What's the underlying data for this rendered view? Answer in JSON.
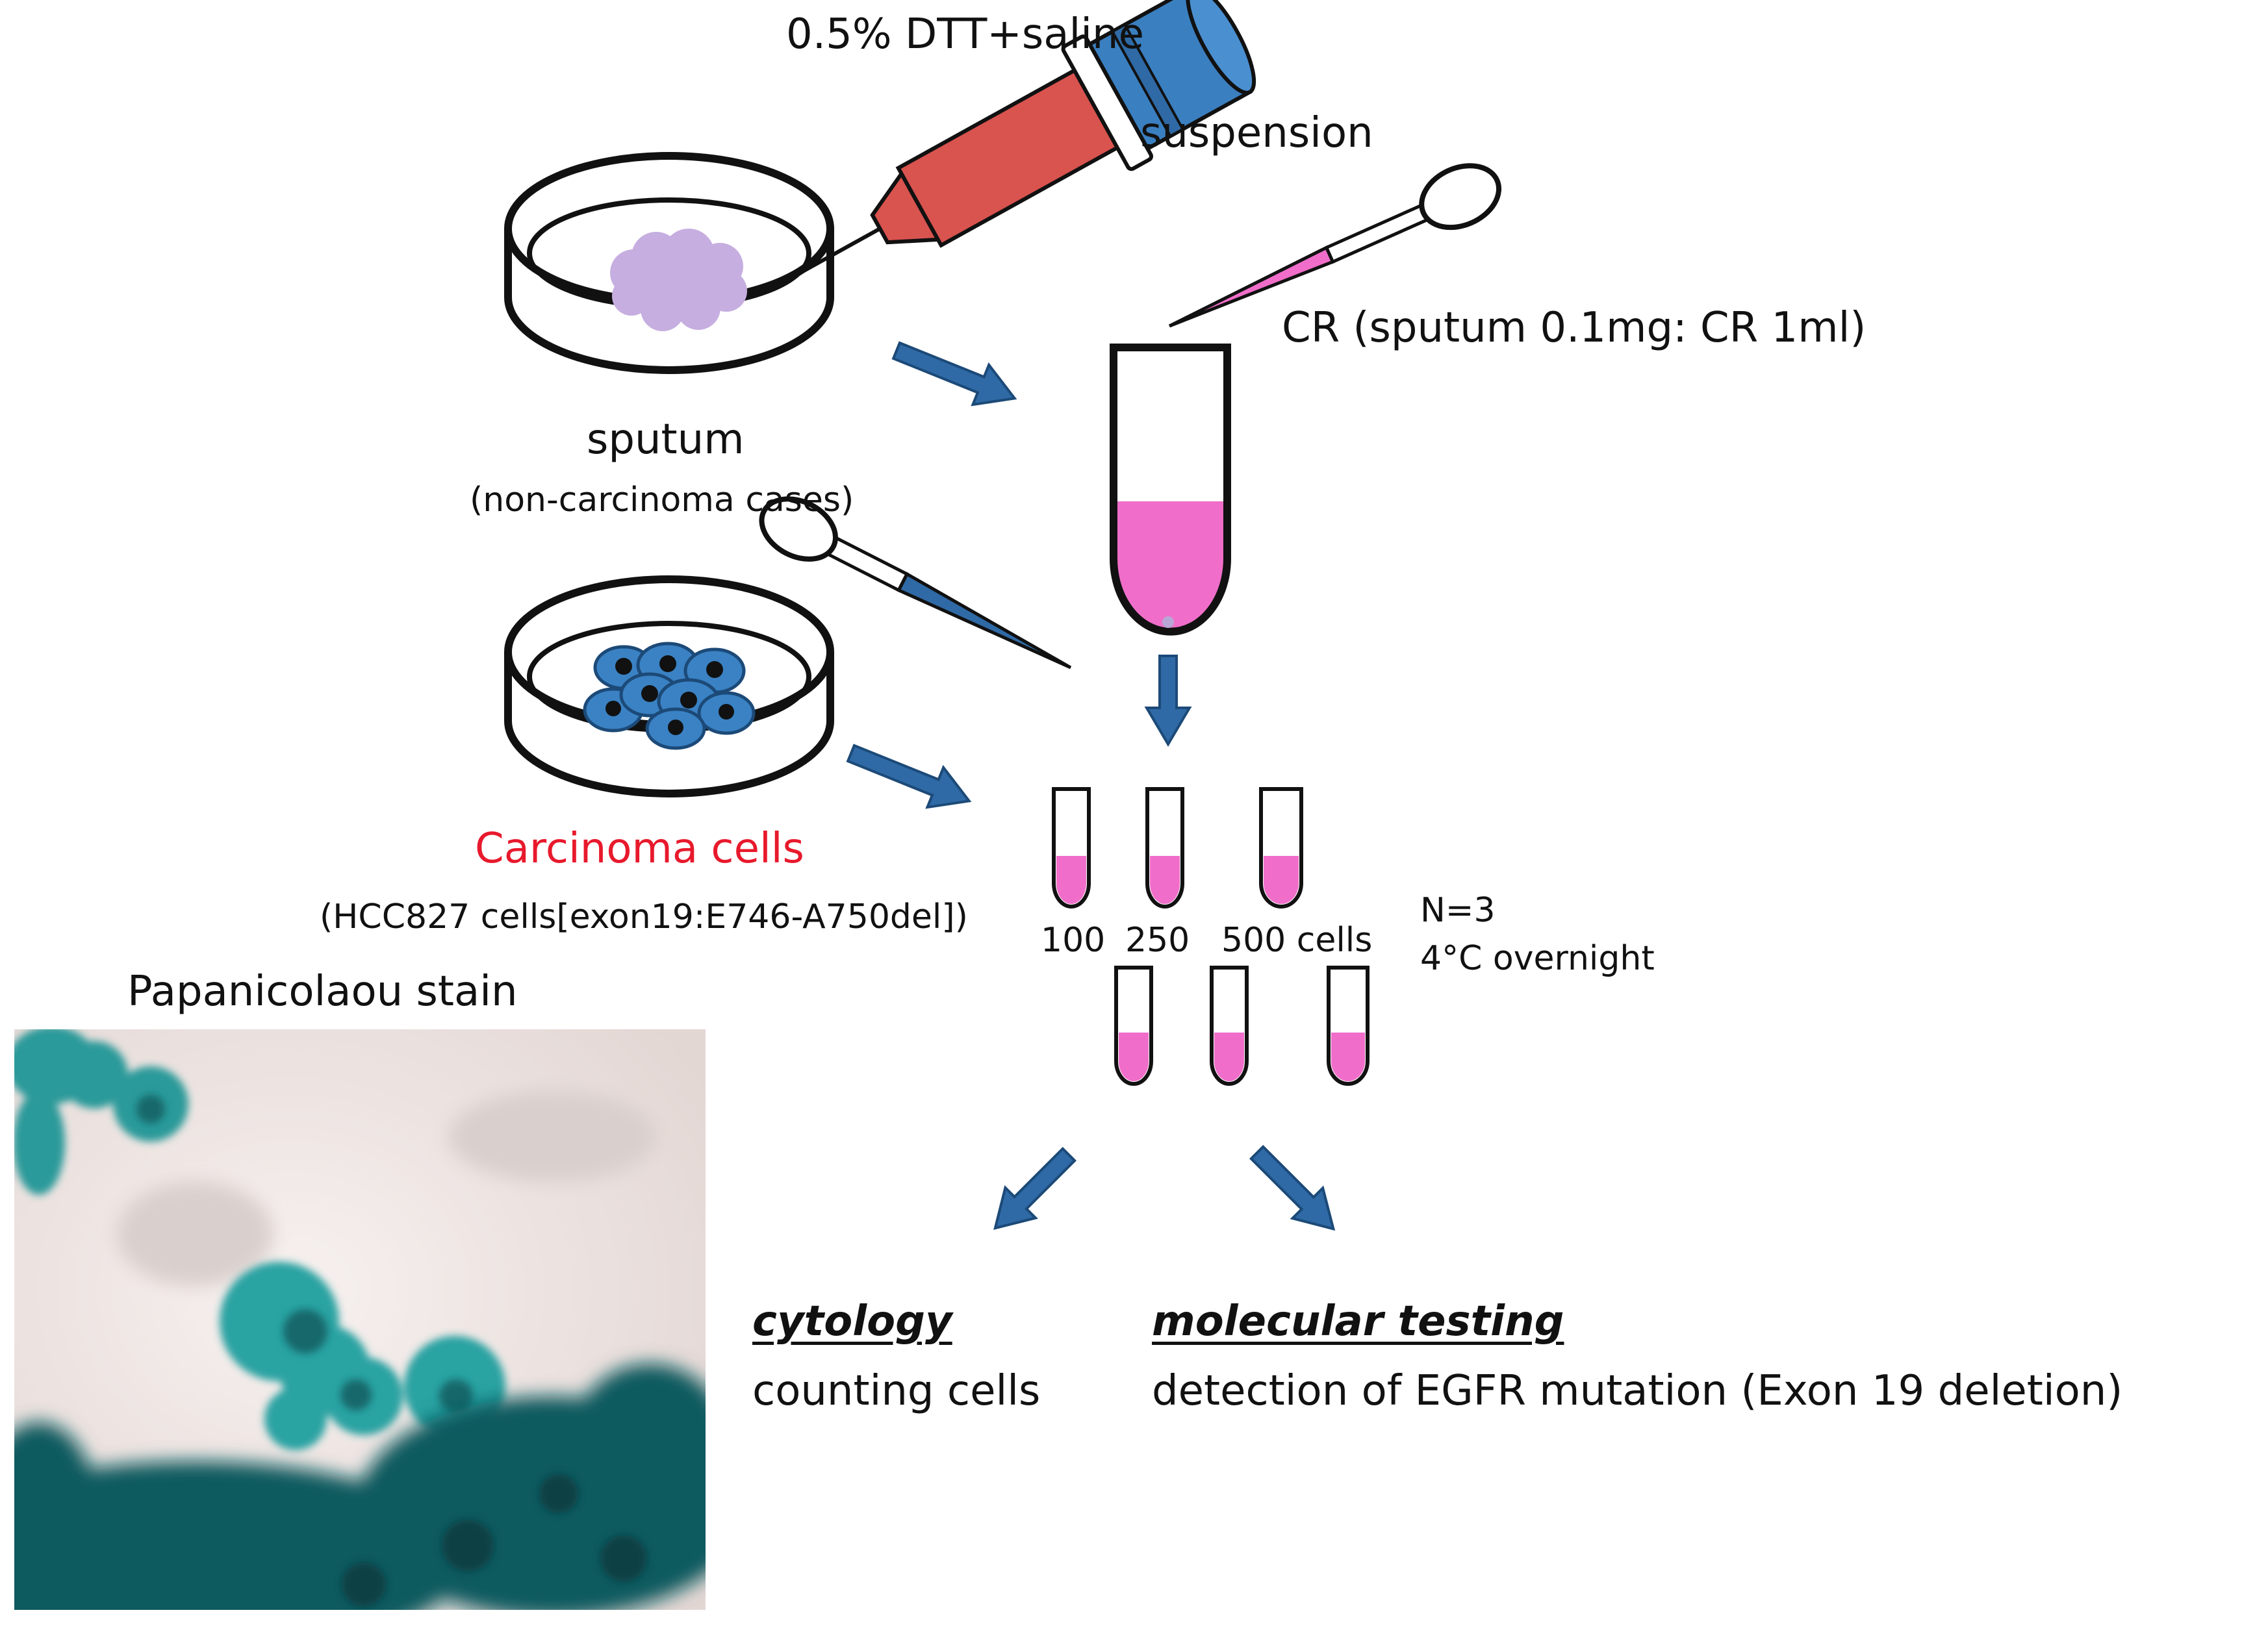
{
  "reagent": {
    "dtt_label": "0.5% DTT+saline",
    "suspension_label": "suspension"
  },
  "cr": {
    "label": "CR (sputum 0.1mg: CR 1ml)"
  },
  "sputum": {
    "label": "sputum",
    "sublabel": "(non-carcinoma cases)"
  },
  "carcinoma": {
    "label": "Carcinoma cells",
    "sublabel": "(HCC827 cells[exon19:E746-A750del])",
    "color": "#e8192c"
  },
  "dilution": {
    "counts": [
      "100",
      "250",
      "500 cells"
    ],
    "replicates": "N=3",
    "incubation": "4°C overnight"
  },
  "stain": {
    "label": "Papanicolaou stain"
  },
  "outputs": {
    "cytology_title": "cytology",
    "cytology_desc": "counting cells",
    "molecular_title": "molecular testing",
    "molecular_desc": "detection of EGFR mutation (Exon 19 deletion)"
  },
  "colors": {
    "arrow": "#2f6aa6",
    "syringe_body": "#d9534f",
    "syringe_cap": "#3a7fc0",
    "liquid_pink": "#f06ec9",
    "sputum_blob": "#c6aee0",
    "cell_blue": "#3a82c4",
    "micro_bg": "#efe6e4",
    "micro_teal": "#2aa3a3"
  }
}
